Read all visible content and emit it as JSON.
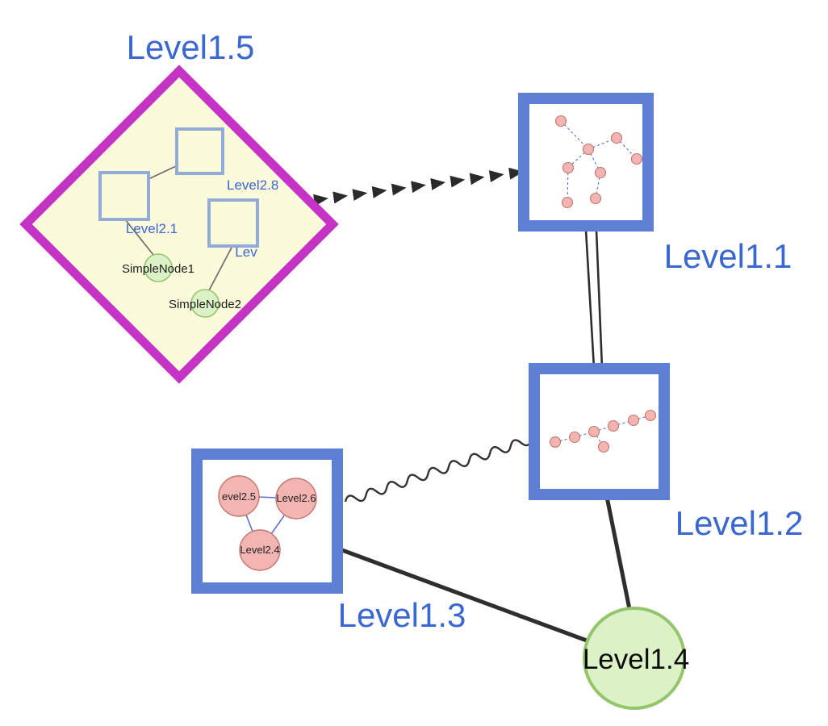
{
  "diagram": {
    "type": "nested-graph",
    "labels": {
      "level1_5": "Level1.5",
      "level1_1": "Level1.1",
      "level1_2": "Level1.2",
      "level1_3": "Level1.3",
      "level1_4": "Level1.4",
      "level2_8": "Level2.8",
      "level2_1": "Level2.1",
      "level2_lev": "Lev",
      "simple_node1": "SimpleNode1",
      "simple_node2": "SimpleNode2",
      "level2_5": "evel2.5",
      "level2_6": "Level2.6",
      "level2_4": "Level2.4"
    },
    "edges": [
      {
        "from": "Level1.5",
        "to": "Level1.1",
        "style": "thick-dashed-arrow"
      },
      {
        "from": "Level1.1",
        "to": "Level1.2",
        "style": "double-line"
      },
      {
        "from": "Level1.3",
        "to": "Level1.2",
        "style": "wavy"
      },
      {
        "from": "Level1.3",
        "to": "Level1.4",
        "style": "solid"
      },
      {
        "from": "Level1.2",
        "to": "Level1.4",
        "style": "solid"
      }
    ],
    "colors": {
      "label_blue": "#3a67d0",
      "node_border_blue": "#5d7fd4",
      "inner_border_blue": "#92abdb",
      "diamond_magenta": "#c433c4",
      "diamond_fill": "#fbfbdc",
      "green_fill": "#dcf2c6",
      "green_stroke": "#93c56b",
      "pink_fill": "#f3b5b1",
      "pink_stroke": "#c4766f",
      "mini_edge_blue": "#5c6fd0",
      "edge_black": "#2e2e2e"
    }
  }
}
